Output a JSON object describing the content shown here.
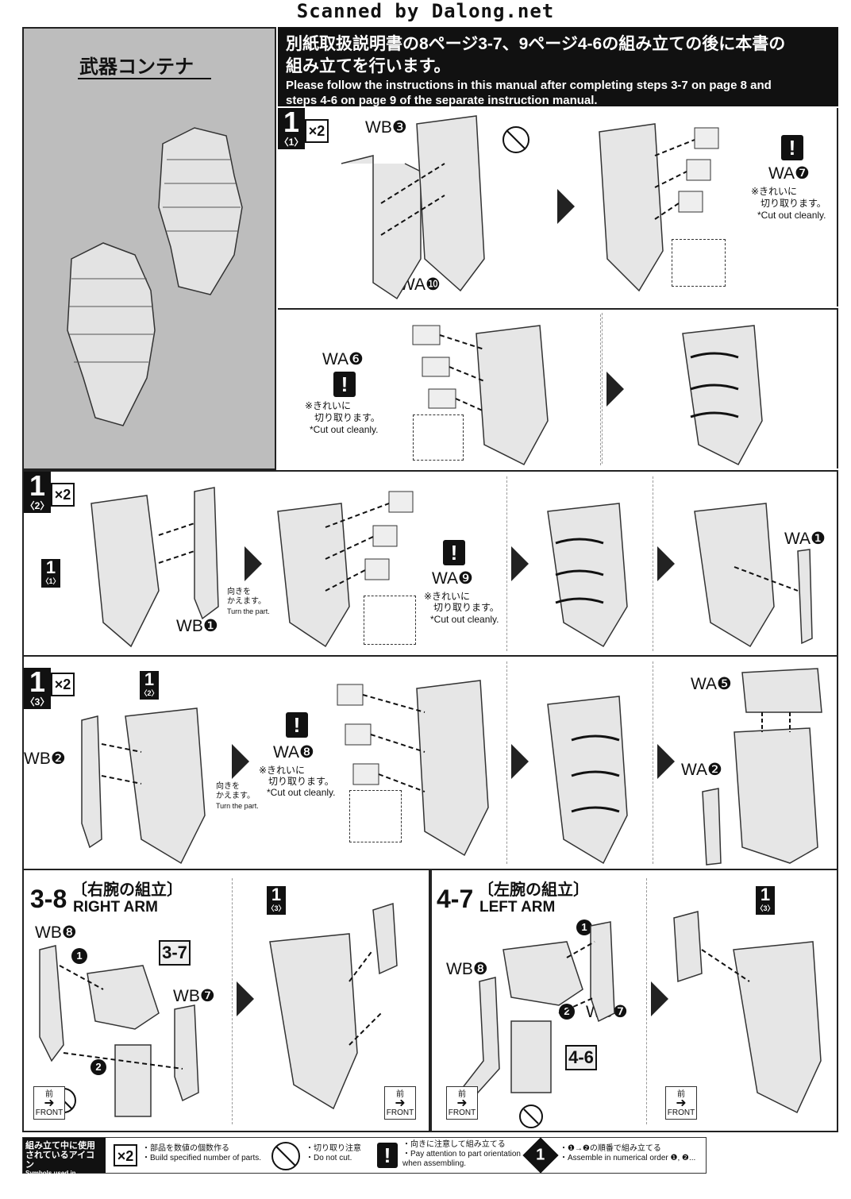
{
  "scan_header": "Scanned by Dalong.net",
  "left_panel": {
    "title": "武器コンテナ"
  },
  "intro": {
    "jp_line1": "別紙取扱説明書の8ページ3-7、9ページ4-6の組み立ての後に本書の",
    "jp_line2": "組み立てを行います。",
    "en_line1": "Please follow the instructions in this manual after completing steps 3-7 on page 8 and",
    "en_line2": "steps 4-6 on page 9 of the separate instruction manual."
  },
  "common": {
    "step": "1",
    "multiplier": "×2",
    "sub1": "〈1〉",
    "sub2": "〈2〉",
    "sub3": "〈3〉",
    "warn": "!",
    "cut_jp1": "※きれいに",
    "cut_jp2": "切り取ります。",
    "cut_en": "*Cut out cleanly.",
    "turn_jp1": "向きを",
    "turn_jp2": "かえます。",
    "turn_en": "Turn the part."
  },
  "step1_1": {
    "wb3": "WB❸",
    "wa10": "WA❿",
    "wa7": "WA❼",
    "wa6": "WA❻"
  },
  "step1_2": {
    "wb1": "WB❶",
    "wa9": "WA❾",
    "wa1": "WA❶"
  },
  "step1_3": {
    "wb2": "WB❷",
    "wa8": "WA❽",
    "wa5": "WA❺",
    "wa2": "WA❷"
  },
  "right_arm": {
    "step": "3-8",
    "jp": "〔右腕の組立〕",
    "en": "RIGHT ARM",
    "ref": "3-7",
    "wb8": "WB❽",
    "wb7": "WB❼",
    "n1": "1",
    "n2": "2"
  },
  "left_arm": {
    "step": "4-7",
    "jp": "〔左腕の組立〕",
    "en": "LEFT ARM",
    "ref": "4-6",
    "wb8": "WB❽",
    "wb7": "WB❼",
    "n1": "1",
    "n2": "2"
  },
  "front": {
    "jp": "前",
    "en": "FRONT"
  },
  "legend": {
    "title_jp1": "組み立て中に使用",
    "title_jp2": "されているアイコン",
    "title_en": "Symbols used in instructions",
    "item1_icon": "×2",
    "item1_jp": "・部品を数値の個数作る",
    "item1_en": "・Build specified number of parts.",
    "item2_jp": "・切り取り注意",
    "item2_en": "・Do not cut.",
    "item3_icon": "!",
    "item3_jp": "・向きに注意して組み立てる",
    "item3_en": "・Pay attention to part orientation",
    "item3_en2": "when assembling.",
    "item4_icon": "1",
    "item4_jp": "・❶→❷の順番で組み立てる",
    "item4_en": "・Assemble in numerical order ❶, ❷..."
  }
}
